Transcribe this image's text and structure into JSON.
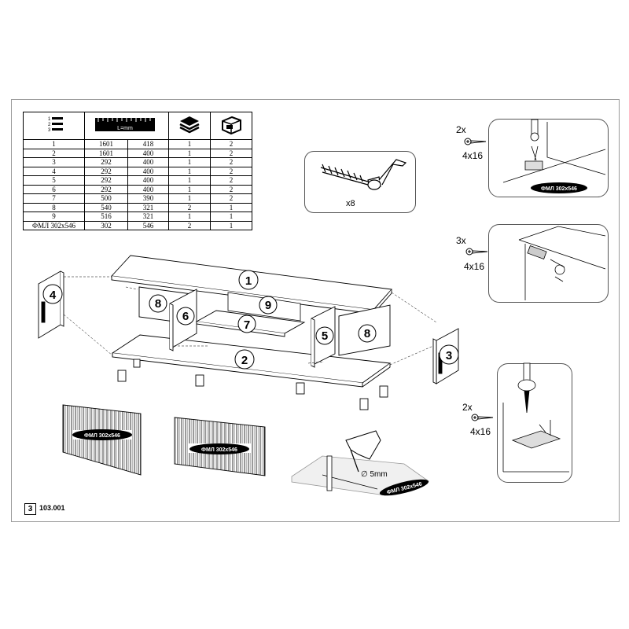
{
  "table": {
    "columns": [
      {
        "icon": "part-number-list-icon"
      },
      {
        "icon": "ruler-icon",
        "label": "L=mm"
      },
      {
        "icon": "ruler-icon-continued"
      },
      {
        "icon": "stacked-boards-icon"
      },
      {
        "icon": "package-box-icon"
      }
    ],
    "rows": [
      {
        "part": "1",
        "length": "1601",
        "width": "418",
        "thickness": "1",
        "qty": "2"
      },
      {
        "part": "2",
        "length": "1601",
        "width": "400",
        "thickness": "1",
        "qty": "2"
      },
      {
        "part": "3",
        "length": "292",
        "width": "400",
        "thickness": "1",
        "qty": "2"
      },
      {
        "part": "4",
        "length": "292",
        "width": "400",
        "thickness": "1",
        "qty": "2"
      },
      {
        "part": "5",
        "length": "292",
        "width": "400",
        "thickness": "1",
        "qty": "2"
      },
      {
        "part": "6",
        "length": "292",
        "width": "400",
        "thickness": "1",
        "qty": "2"
      },
      {
        "part": "7",
        "length": "500",
        "width": "390",
        "thickness": "1",
        "qty": "2"
      },
      {
        "part": "8",
        "length": "540",
        "width": "321",
        "thickness": "2",
        "qty": "1"
      },
      {
        "part": "9",
        "length": "516",
        "width": "321",
        "thickness": "1",
        "qty": "1"
      },
      {
        "part": "ФМЛ 302x546",
        "length": "302",
        "width": "546",
        "thickness": "2",
        "qty": "1"
      }
    ]
  },
  "callouts": {
    "cam_bolt": {
      "count": "x8"
    },
    "top_right": {
      "count": "2x",
      "screw": "4x16",
      "tag": "ФМЛ 302x546"
    },
    "middle_right": {
      "count": "3x",
      "screw": "4x16"
    },
    "bottom_right": {
      "count": "2x",
      "screw": "4x16"
    }
  },
  "assembly": {
    "part_numbers": [
      "1",
      "2",
      "3",
      "4",
      "5",
      "6",
      "7",
      "8",
      "8",
      "9"
    ],
    "panel_left_label": "ФМЛ 302x546",
    "panel_right_label": "ФМЛ 302x546",
    "drill_label": "∅ 5mm",
    "drill_board_label": "ФМЛ 302x546"
  },
  "footer": {
    "page": "3",
    "code": "103.001"
  }
}
